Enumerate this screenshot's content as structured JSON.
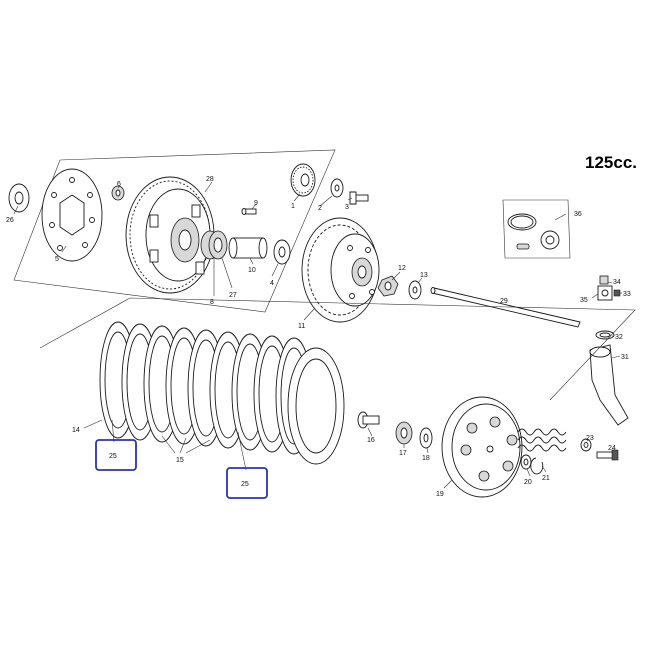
{
  "title": "125cc.",
  "labels": {
    "l1": "1",
    "l2": "2",
    "l3": "3",
    "l4": "4",
    "l5": "5",
    "l6": "6",
    "l8": "8",
    "l9": "9",
    "l10": "10",
    "l11": "11",
    "l12": "12",
    "l13": "13",
    "l14": "14",
    "l15": "15",
    "l16": "16",
    "l17": "17",
    "l18": "18",
    "l19": "19",
    "l20": "20",
    "l21": "21",
    "l23": "23",
    "l24": "24",
    "l25a": "25",
    "l25b": "25",
    "l26": "26",
    "l27": "27",
    "l28": "28",
    "l29": "29",
    "l31": "31",
    "l32": "32",
    "l33": "33",
    "l34": "34",
    "l35": "35",
    "l36": "36"
  }
}
